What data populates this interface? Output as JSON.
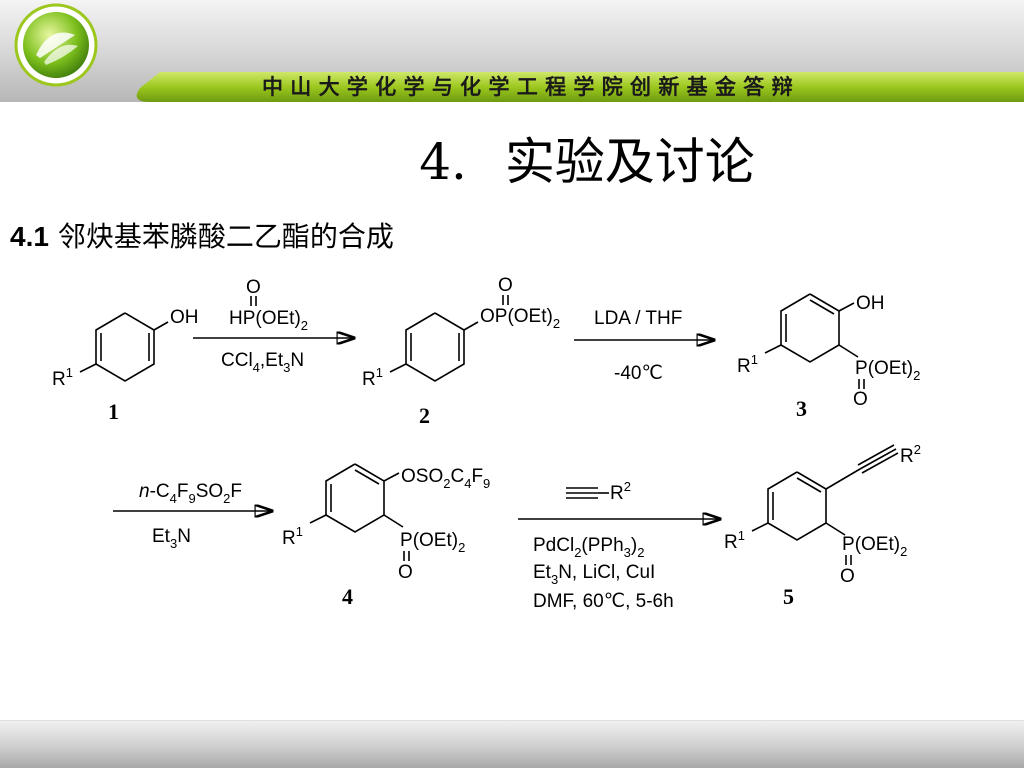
{
  "header": {
    "banner_text": "中 山 大 学 化 学 与 化 学 工 程 学 院 创 新 基 金 答 辩"
  },
  "slide": {
    "title_number": "4.",
    "title_text": "实验及讨论",
    "subtitle_number": "4.1",
    "subtitle_text": " 邻炔基苯膦酸二乙酯的合成"
  },
  "scheme": {
    "compounds": [
      "1",
      "2",
      "3",
      "4",
      "5"
    ],
    "labels": {
      "oh": "OH",
      "o": "O",
      "op": "OP",
      "p": "P",
      "oet2": "(OEt)",
      "sub2": "2",
      "r": "R",
      "sup1": "1",
      "sup2": "2",
      "otf_prefix": "OSO",
      "c4f9_c": "C",
      "sub4": "4",
      "c4f9_f": "F",
      "sub9": "9"
    },
    "step1": {
      "reagent_top": "HP(OEt)",
      "reagent_top_sub": "2",
      "reagent_top_o": "O",
      "reagent_bottom_a": "CCl",
      "reagent_bottom_sub1": "4",
      "reagent_bottom_b": ",Et",
      "reagent_bottom_sub2": "3",
      "reagent_bottom_c": "N"
    },
    "step2": {
      "reagent_top": "LDA / THF",
      "reagent_bottom": "-40℃"
    },
    "step3": {
      "reagent_top_a": "n",
      "reagent_top_b": "-C",
      "reagent_top_c": "F",
      "reagent_top_d": "SO",
      "reagent_top_e": "F",
      "sub4": "4",
      "sub9": "9",
      "sub2": "2",
      "reagent_bottom_a": "Et",
      "reagent_bottom_sub": "3",
      "reagent_bottom_b": "N"
    },
    "step4": {
      "alkyne_r": "R",
      "alkyne_sup": "2",
      "line1_a": "PdCl",
      "line1_sub1": "2",
      "line1_b": "(PPh",
      "line1_sub2": "3",
      "line1_c": ")",
      "line1_sub3": "2",
      "line2_a": "Et",
      "line2_sub": "3",
      "line2_b": "N, LiCl, CuI",
      "line3": "DMF, 60℃,  5-6h"
    }
  }
}
